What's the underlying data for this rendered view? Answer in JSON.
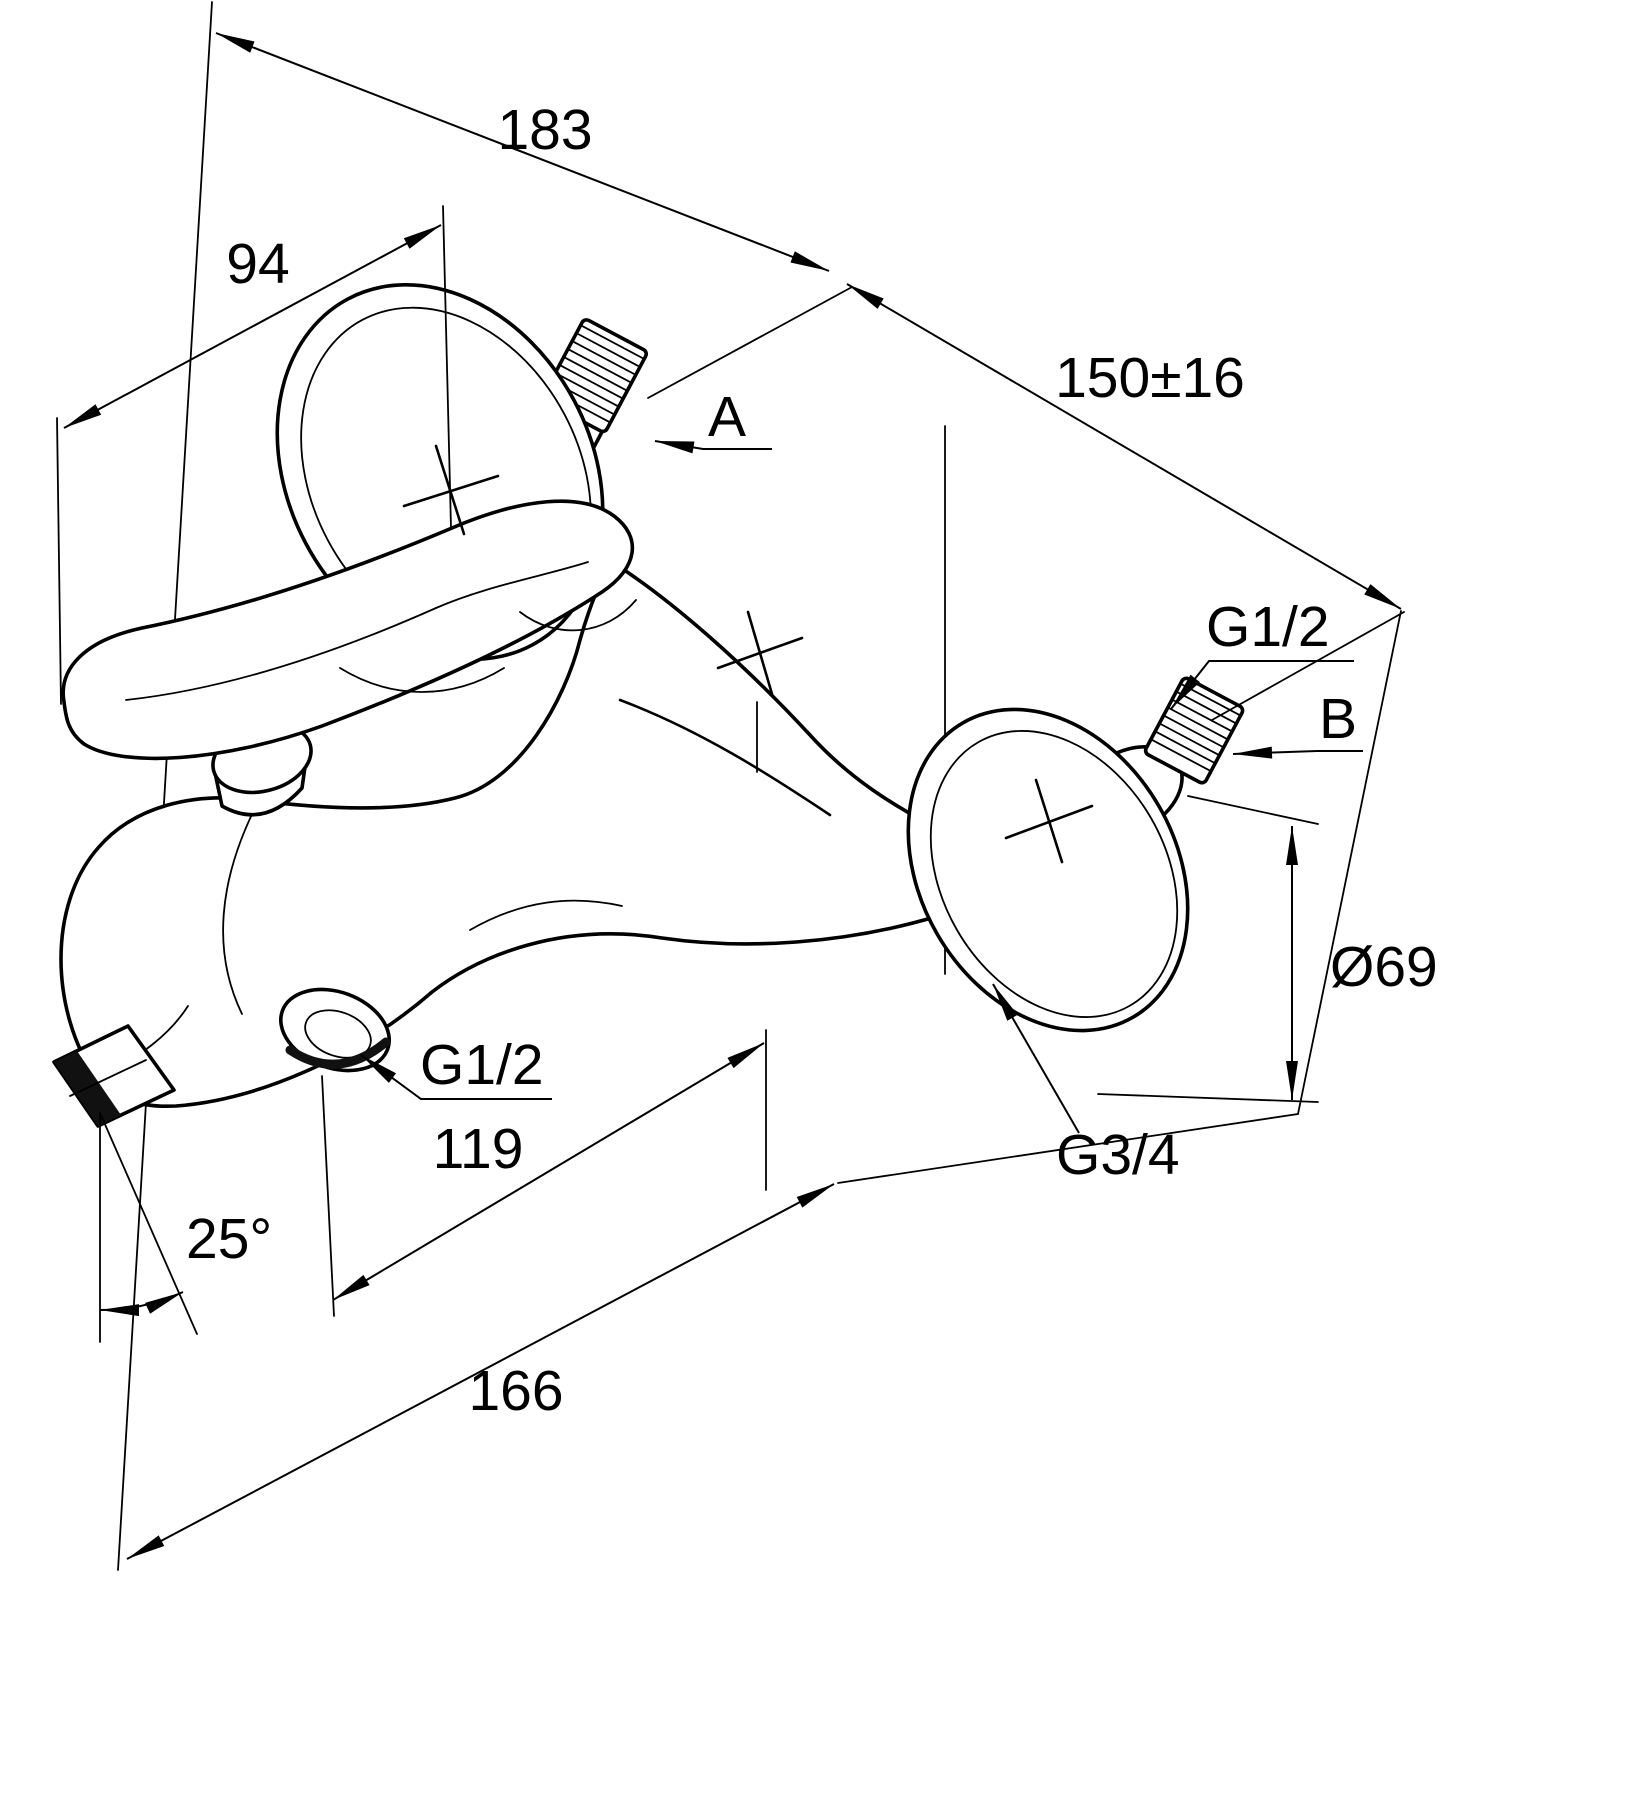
{
  "page": {
    "background": "#ffffff",
    "line_color": "#000000"
  },
  "diagram": {
    "type": "technical-dimension-drawing",
    "subject": "Wall-mounted single-lever bath and shower mixer faucet, isometric dimensioned view",
    "dimensions": {
      "overall_width": "183",
      "handle_projection": "94",
      "connection_center_distance": "150±16",
      "ref_a": "A",
      "wall_inlet_thread": "G1/2",
      "ref_b": "B",
      "flange_diameter": "Ø69",
      "shower_outlet_thread": "G1/2",
      "outlet_reach": "119",
      "body_connection_thread": "G3/4",
      "spout_angle": "25°",
      "overall_reach": "166"
    }
  }
}
